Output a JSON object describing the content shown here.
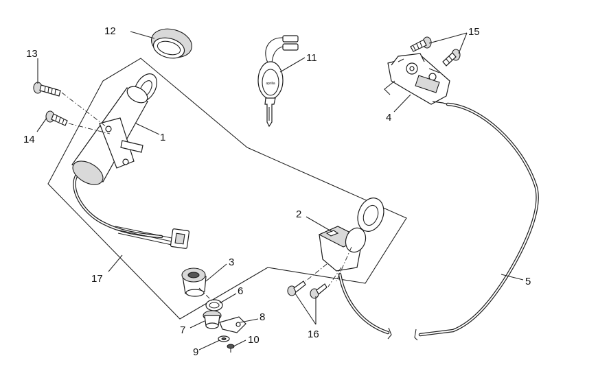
{
  "callouts": [
    {
      "id": "1",
      "text": "1"
    },
    {
      "id": "2",
      "text": "2"
    },
    {
      "id": "3",
      "text": "3"
    },
    {
      "id": "4",
      "text": "4"
    },
    {
      "id": "5",
      "text": "5"
    },
    {
      "id": "6",
      "text": "6"
    },
    {
      "id": "7",
      "text": "7"
    },
    {
      "id": "8",
      "text": "8"
    },
    {
      "id": "9",
      "text": "9"
    },
    {
      "id": "10",
      "text": "10"
    },
    {
      "id": "11",
      "text": "11"
    },
    {
      "id": "12",
      "text": "12"
    },
    {
      "id": "13",
      "text": "13"
    },
    {
      "id": "14",
      "text": "14"
    },
    {
      "id": "15",
      "text": "15"
    },
    {
      "id": "16",
      "text": "16"
    },
    {
      "id": "17",
      "text": "17"
    }
  ],
  "key_fob": {
    "brand": "aprilia"
  }
}
